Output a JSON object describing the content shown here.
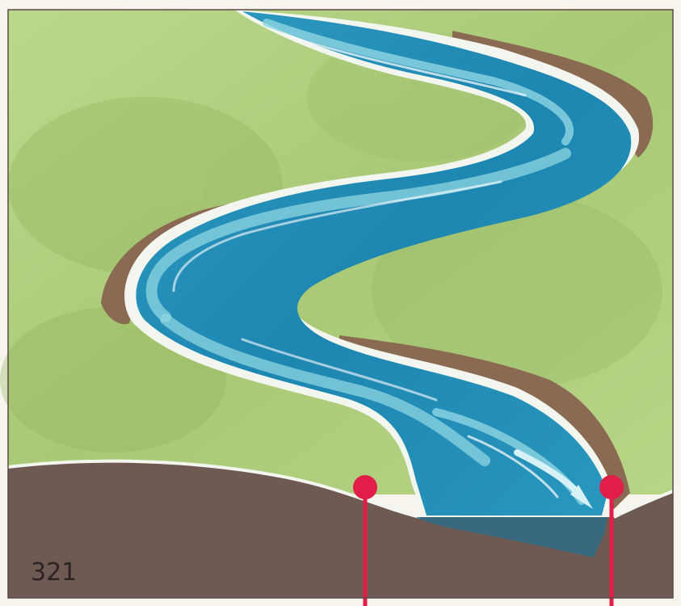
{
  "illustration": {
    "page_number": "321",
    "colors": {
      "grass_light": "#b9d58a",
      "grass_mid": "#a8c973",
      "grass_dark": "#8fb45d",
      "water_deep": "#1d88b3",
      "water_mid": "#3aa7c8",
      "water_light": "#8fd6e2",
      "bank": "#8a6a52",
      "soil": "#6e5a52",
      "marker": "#e11d48",
      "cross_section": "#2f6b86"
    },
    "markers": [
      "left-bank-marker",
      "right-bank-marker"
    ]
  }
}
